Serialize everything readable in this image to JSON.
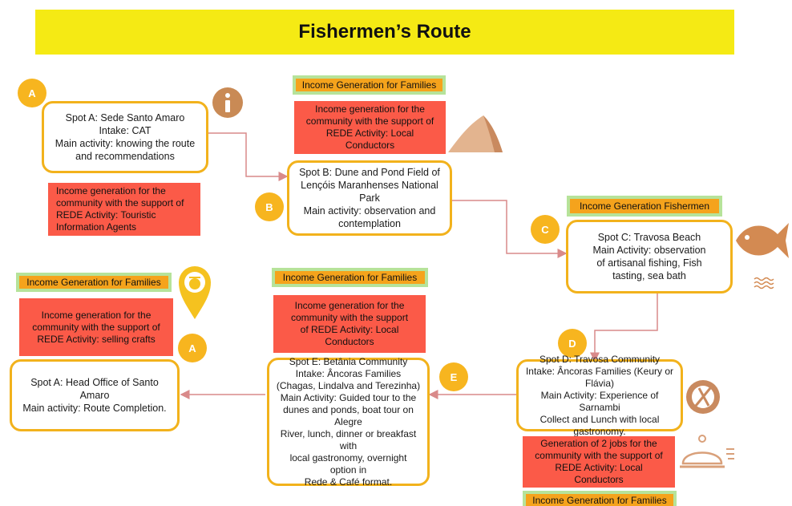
{
  "title": "Fishermen’s Route",
  "badges": {
    "a1": "A",
    "b": "B",
    "c": "C",
    "d": "D",
    "e": "E",
    "a2": "A"
  },
  "spots": {
    "a": [
      "Spot A: Sede Santo Amaro",
      "Intake: CAT",
      "Main activity: knowing the route",
      "and recommendations"
    ],
    "b": [
      "Spot B: Dune and Pond Field of",
      "Lençóis Maranhenses National Park",
      "Main activity: observation and",
      "contemplation"
    ],
    "c": [
      "Spot C: Travosa Beach",
      "Main Activity: observation",
      "of artisanal fishing, Fish",
      "tasting, sea bath"
    ],
    "d": [
      "Spot D: Travosa Community",
      "Intake: Âncoras Families (Keury or",
      "Flávia)",
      "Main Activity: Experience of Sarnambi",
      "Collect and Lunch with local gastronomy."
    ],
    "e": [
      "Spot E: Betânia Community",
      "Intake: Âncoras Families",
      "(Chagas, Lindalva and Terezinha)",
      "Main Activity: Guided tour to the",
      "dunes and ponds, boat tour on Alegre",
      "River, lunch, dinner or breakfast with",
      "local gastronomy, overnight option in",
      "Rede & Café format."
    ],
    "a_end": [
      "Spot A: Head Office of Santo Amaro",
      "Main activity: Route Completion."
    ]
  },
  "income": {
    "a": [
      "Income generation for the",
      "community with the support of",
      "REDE   Activity: Touristic",
      "Information Agents"
    ],
    "b": [
      "Income generation for the",
      "community with the support of",
      "REDE   Activity: Local Conductors"
    ],
    "e": [
      "Income generation for the",
      "community with the support",
      "of REDE  Activity: Local",
      "Conductors"
    ],
    "a_end": [
      "Income generation for the",
      "community with the support of",
      "REDE    Activity: selling crafts"
    ],
    "d": [
      "Generation of 2 jobs for the",
      "community with the support of",
      "REDE  Activity: Local Conductors"
    ]
  },
  "tags": {
    "b": "Income Generation for Families",
    "c": "Income Generation Fishermen",
    "e": "Income Generation for Families",
    "a_end": "Income Generation for Families",
    "d": "Income Generation for Families"
  },
  "colors": {
    "title_bg": "#f5ea14",
    "spot_border": "#f2b21c",
    "income_bg": "#fb5a48",
    "tag_bg": "#f5a31c",
    "tag_border": "#b6e39a",
    "badge": "#f7b51f",
    "arrow": "#d98a8a"
  },
  "icons": [
    "info-icon",
    "dune-icon",
    "fish-icon",
    "waves-icon",
    "map-pin-crafts-icon",
    "plate-cutlery-icon",
    "food-cloche-icon"
  ]
}
